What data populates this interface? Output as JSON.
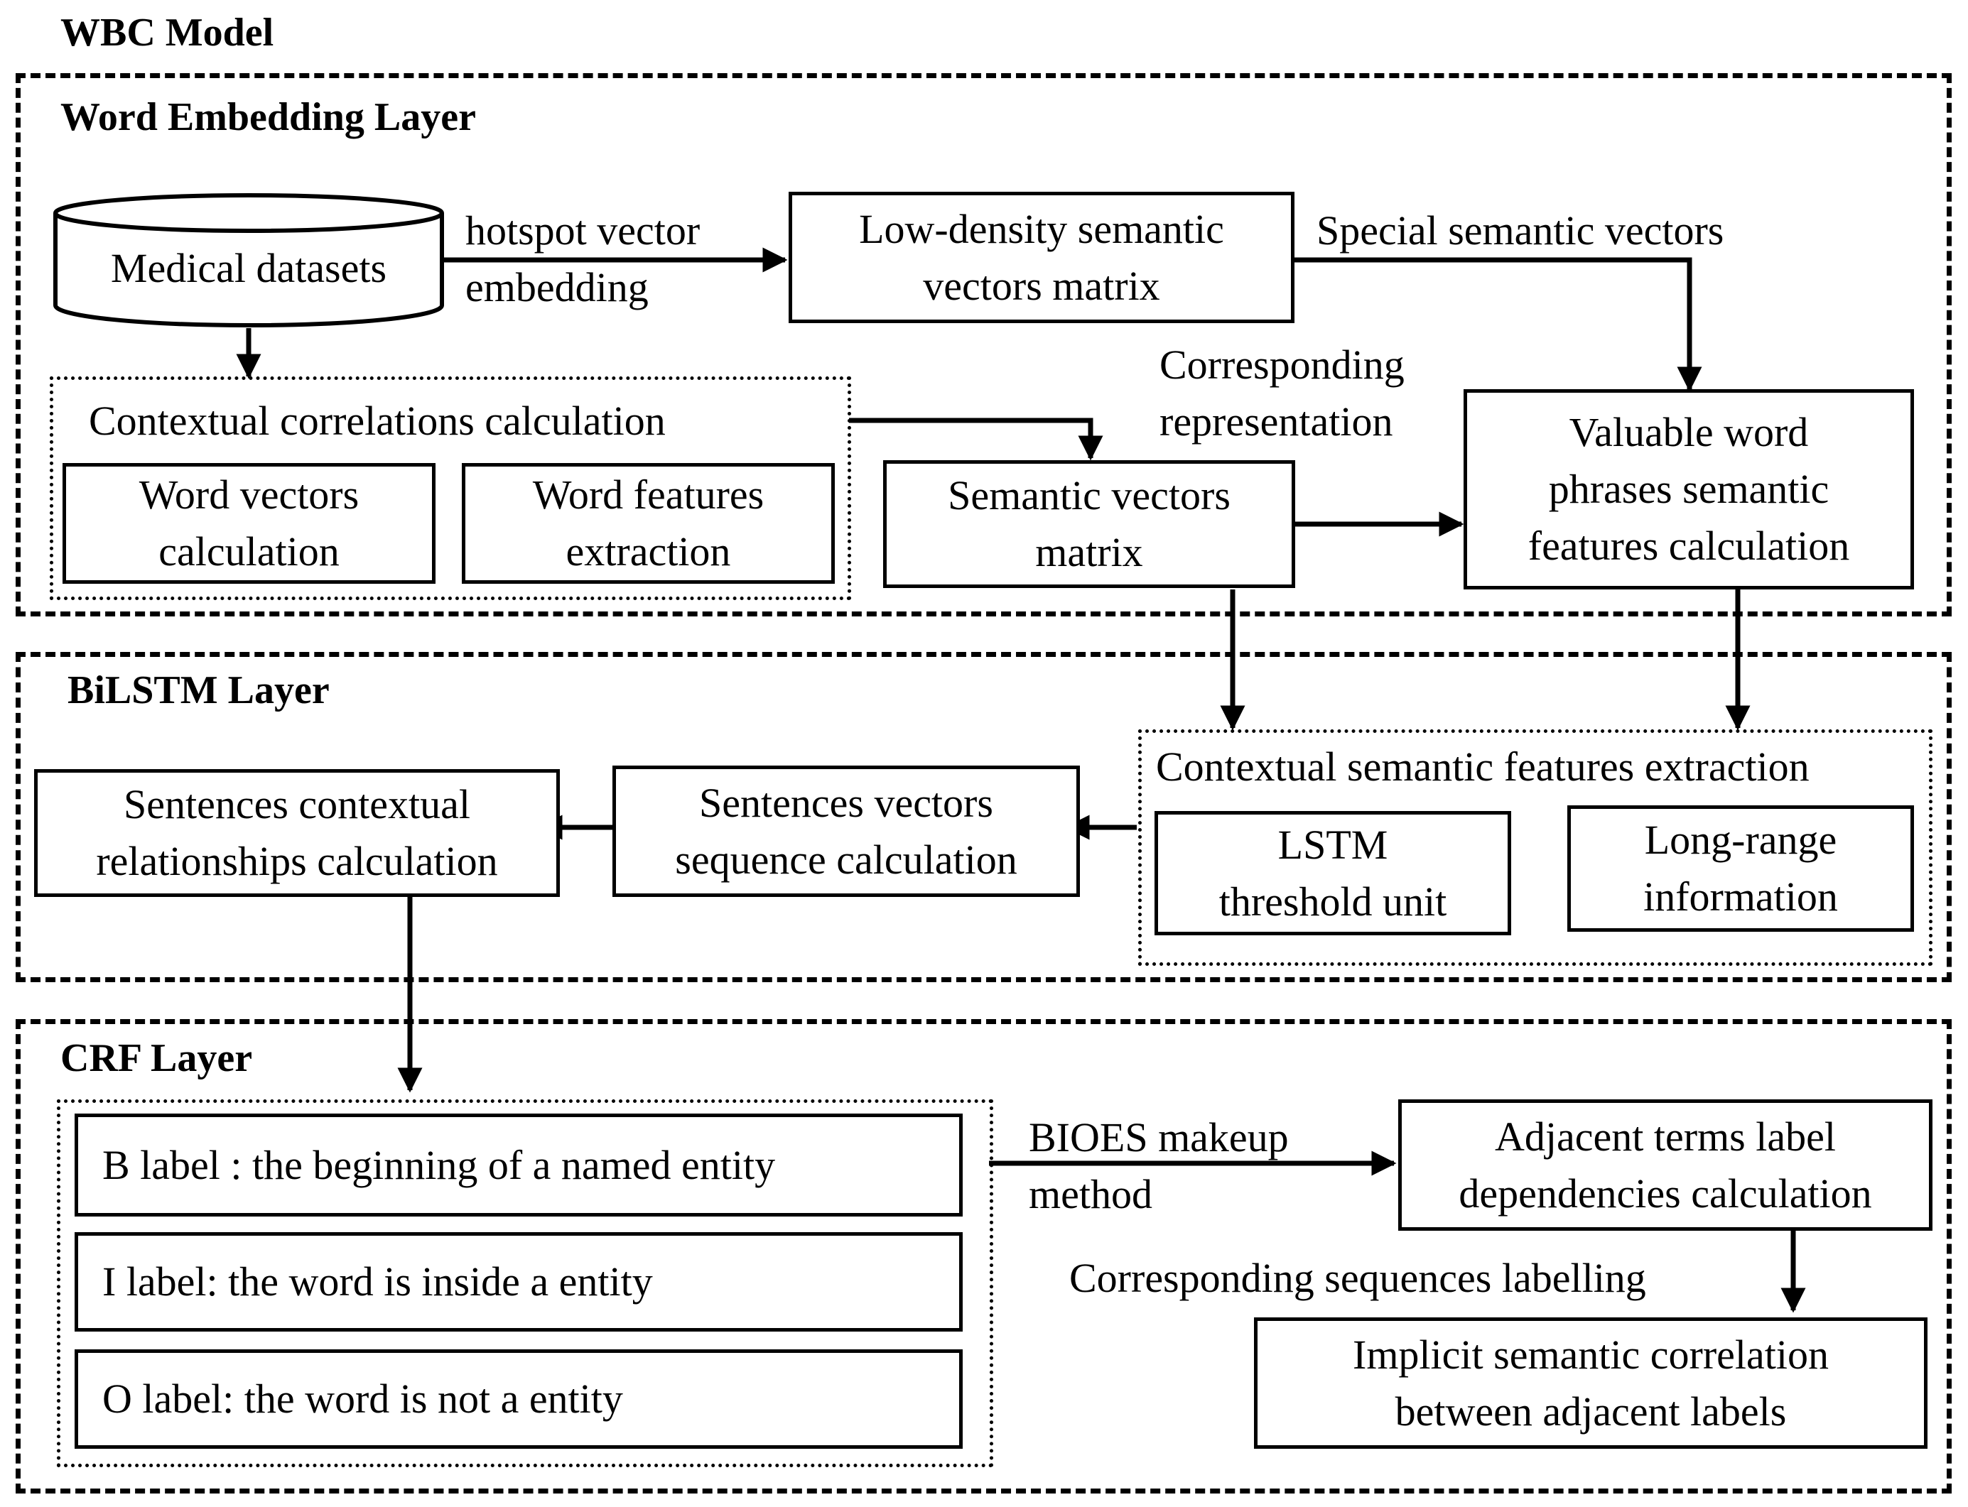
{
  "model_title": "WBC Model",
  "layers": {
    "embedding": {
      "title": "Word  Embedding Layer",
      "datasets": "Medical datasets",
      "hotspot_edge": [
        "hotspot vector",
        "embedding"
      ],
      "low_density": [
        "Low-density  semantic",
        "vectors  matrix"
      ],
      "special_edge": "Special  semantic  vectors",
      "contextual_group": "Contextual  correlations  calculation",
      "word_vectors": [
        "Word  vectors",
        "calculation"
      ],
      "word_features": [
        "Word  features",
        "extraction"
      ],
      "corresponding_edge": [
        "Corresponding",
        "representation"
      ],
      "semantic_matrix": [
        "Semantic  vectors",
        "matrix"
      ],
      "valuable": [
        "Valuable  word",
        "phrases  semantic",
        "features  calculation"
      ]
    },
    "bilstm": {
      "title": "BiLSTM Layer",
      "contextual_semantic_group": "Contextual  semantic  features  extraction",
      "lstm": [
        "LSTM",
        "threshold  unit"
      ],
      "long_range": [
        "Long-range",
        "information"
      ],
      "sentences_vectors": [
        "Sentences  vectors",
        "sequence  calculation"
      ],
      "sentences_context": [
        "Sentences  contextual",
        "relationships  calculation"
      ]
    },
    "crf": {
      "title": "CRF Layer",
      "b_label": "B label : the beginning  of a named entity",
      "i_label": "I label: the word is inside a entity",
      "o_label": "O label: the word  is not a entity",
      "bioes_edge": [
        "BIOES makeup",
        "method"
      ],
      "adjacent": [
        "Adjacent  terms  label",
        "dependencies  calculation"
      ],
      "seq_edge": "Corresponding  sequences  labelling",
      "implicit": [
        "Implicit  semantic  correlation",
        "between  adjacent  labels"
      ]
    }
  }
}
